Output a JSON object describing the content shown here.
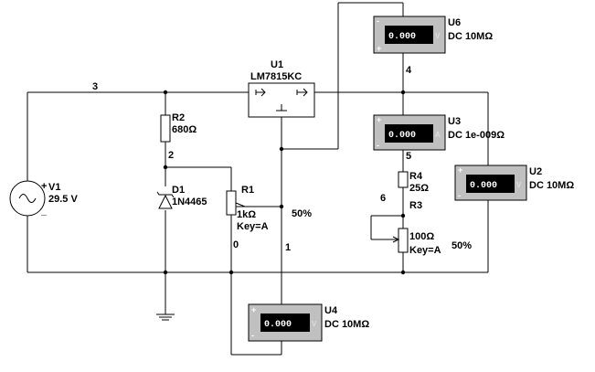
{
  "nodes": [
    "3",
    "2",
    "4",
    "5",
    "6",
    "0",
    "1"
  ],
  "v1": {
    "name": "V1",
    "value": "29.5 V",
    "plus": "+",
    "minus": "_"
  },
  "u1": {
    "name": "U1",
    "part": "LM7815KC"
  },
  "r2": {
    "name": "R2",
    "value": "680Ω"
  },
  "d1": {
    "name": "D1",
    "part": "1N4465"
  },
  "r1": {
    "name": "R1",
    "value": "1kΩ",
    "key": "Key=A",
    "percent": "50%"
  },
  "r4": {
    "name": "R4",
    "value": "25Ω"
  },
  "r3": {
    "name": "R3",
    "value": "100Ω",
    "key": "Key=A",
    "percent": "50%"
  },
  "meters": [
    {
      "name": "U6",
      "reading": "0.000",
      "unit": "V",
      "mode": "DC  10MΩ",
      "plus": "+",
      "minus": "-"
    },
    {
      "name": "U3",
      "reading": "0.000",
      "unit": "A",
      "mode": "DC  1e-009Ω",
      "plus": "+",
      "minus": "-"
    },
    {
      "name": "U2",
      "reading": "0.000",
      "unit": "V",
      "mode": "DC  10MΩ",
      "plus": "+",
      "minus": "-"
    },
    {
      "name": "U4",
      "reading": "0.000",
      "unit": "V",
      "mode": "DC  10MΩ",
      "plus": "+",
      "minus": "-"
    }
  ]
}
